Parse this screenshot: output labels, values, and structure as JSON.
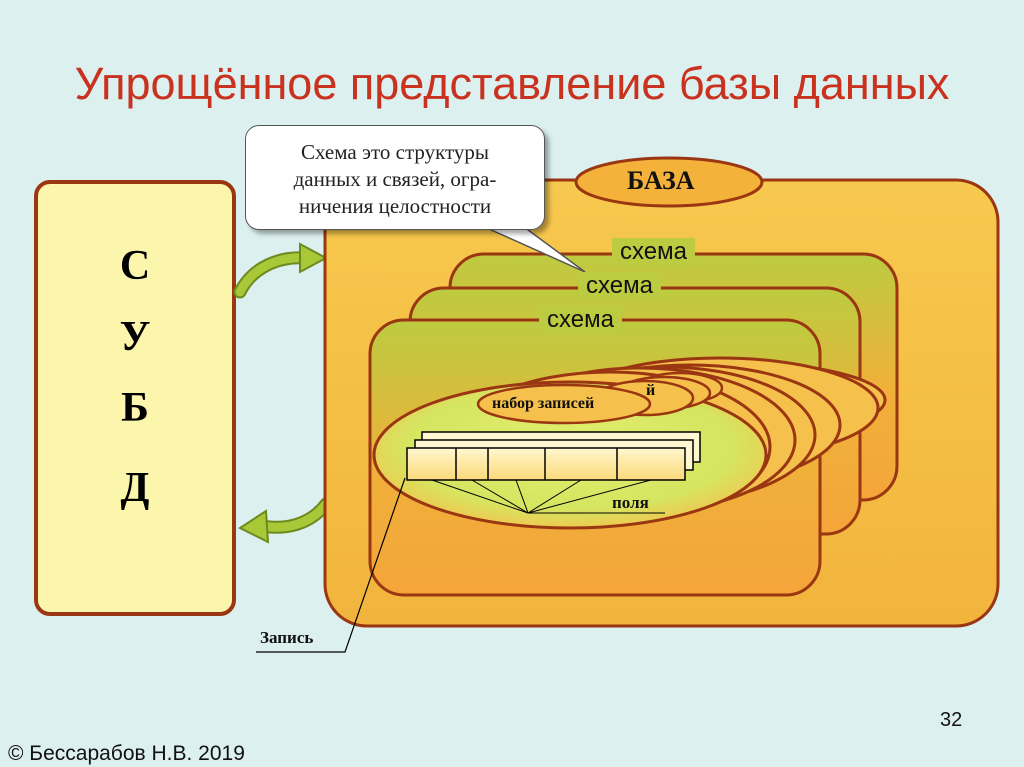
{
  "title": "Упрощённое представление базы данных",
  "dbms_box": {
    "letters": [
      "С",
      "У",
      "Б",
      "Д"
    ]
  },
  "callout": {
    "lines": [
      "Схема это структуры",
      "данных и связей, огра-",
      "ничения целостности"
    ]
  },
  "database": {
    "label": "БАЗА"
  },
  "schemas": [
    {
      "label": "схема"
    },
    {
      "label": "схема"
    },
    {
      "label": "схема"
    }
  ],
  "record_set": {
    "label": "набор записей",
    "partial_label": "й"
  },
  "fields_label": "поля",
  "record_label": "Запись",
  "page_number": "32",
  "footer": "© Бессарабов Н.В.  2019",
  "colors": {
    "title": "#c8321e",
    "background": "#ddf0f0",
    "dbms_fill": "#fcf6ad",
    "outline": "#9a3612",
    "database_fill": "#f6c24a",
    "schema_fill": "#c7d34a",
    "arrow": "#a8c838"
  }
}
